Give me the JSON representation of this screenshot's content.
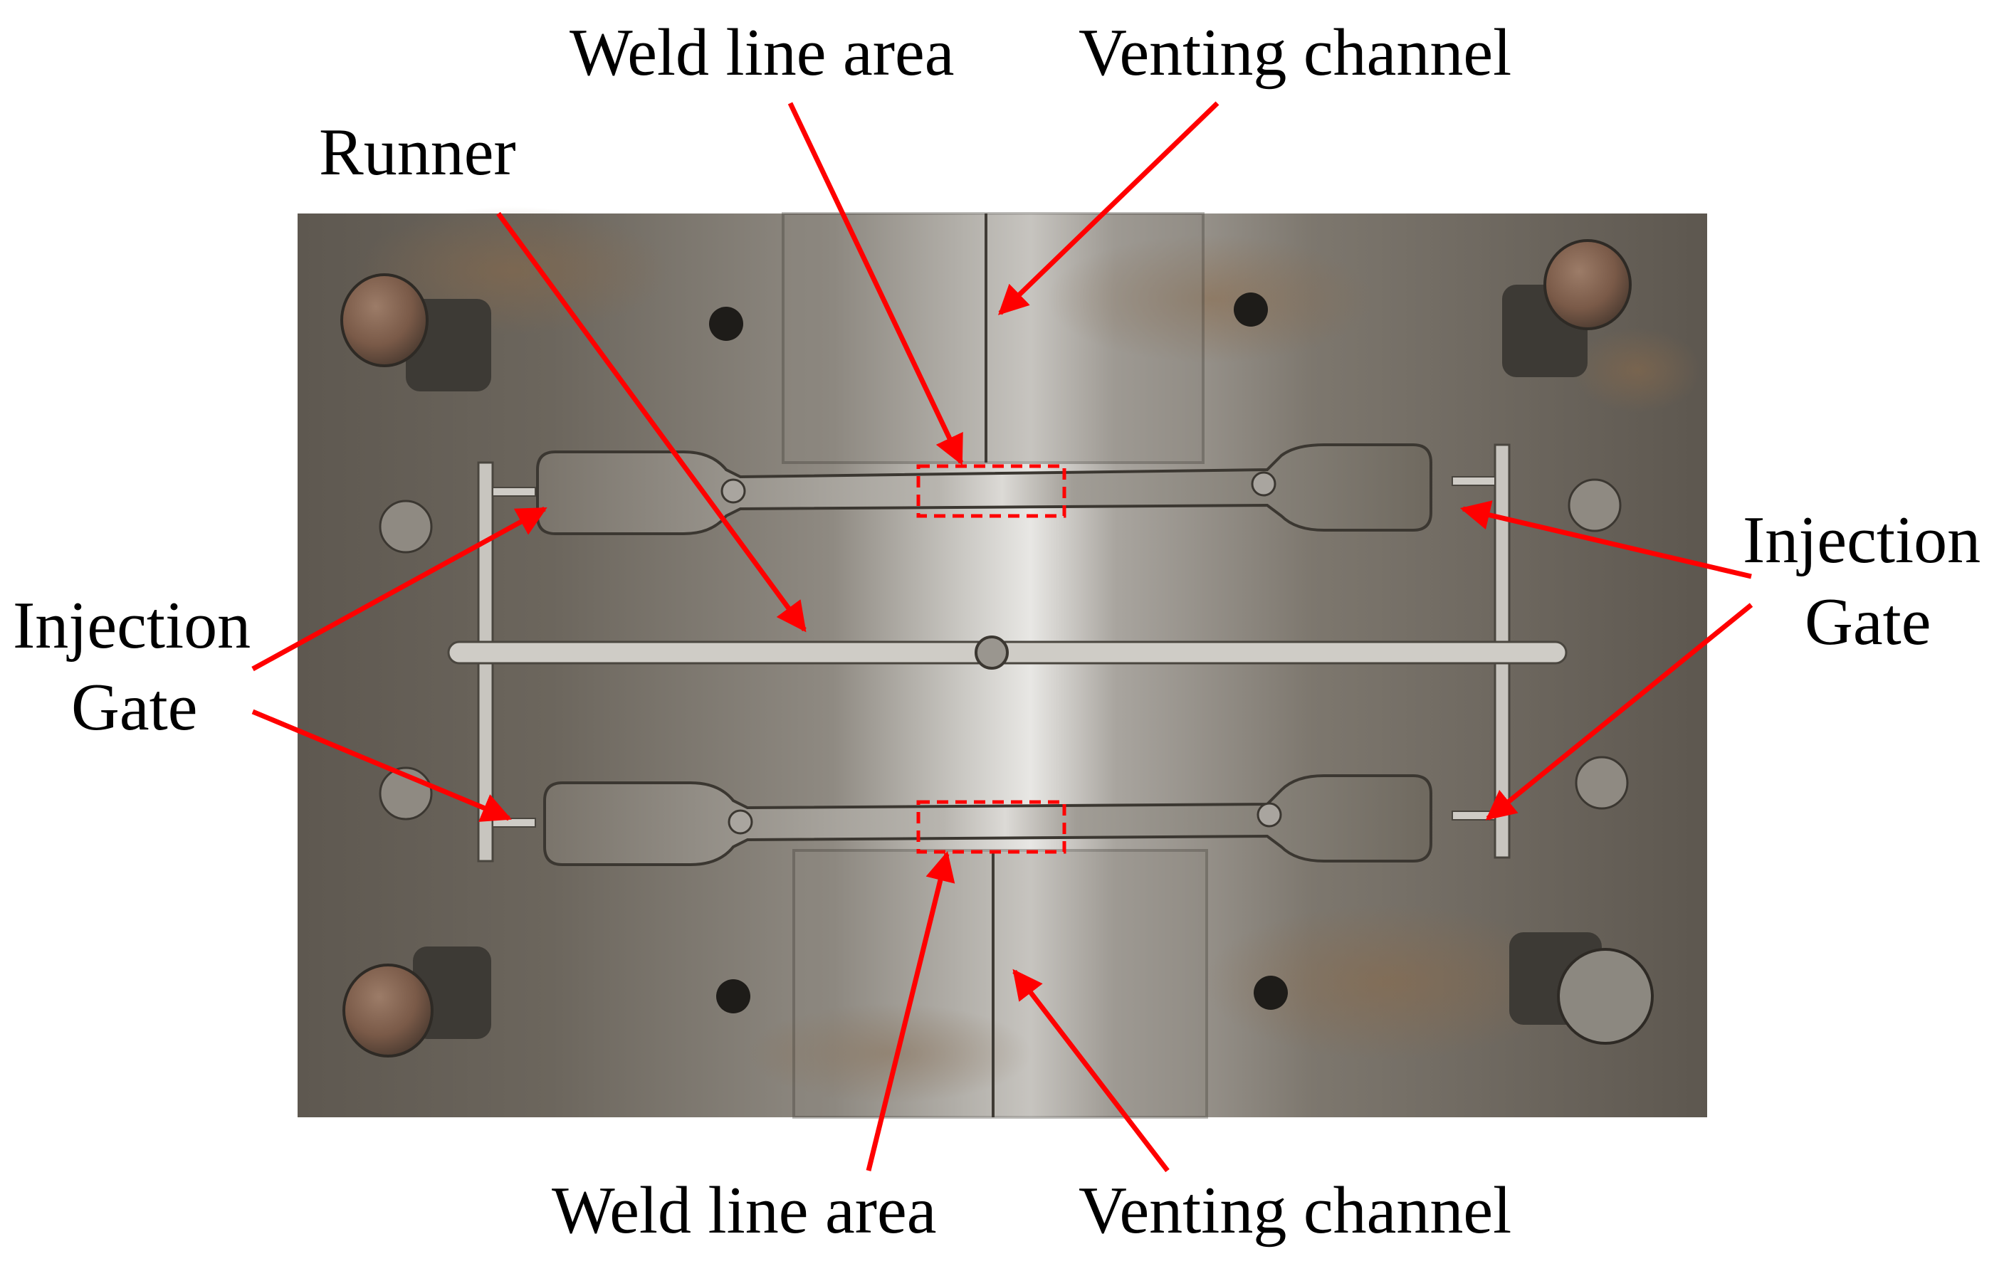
{
  "figure": {
    "annotation_color": "#ff0000",
    "plate_color": "#6e6860",
    "labels": {
      "weld_top": "Weld line area",
      "venting_top": "Venting channel",
      "runner": "Runner",
      "injection_left_1": "Injection",
      "injection_left_2": "Gate",
      "injection_right_1": "Injection",
      "injection_right_2": "Gate",
      "weld_bottom": "Weld line area",
      "venting_bottom": "Venting channel"
    }
  }
}
